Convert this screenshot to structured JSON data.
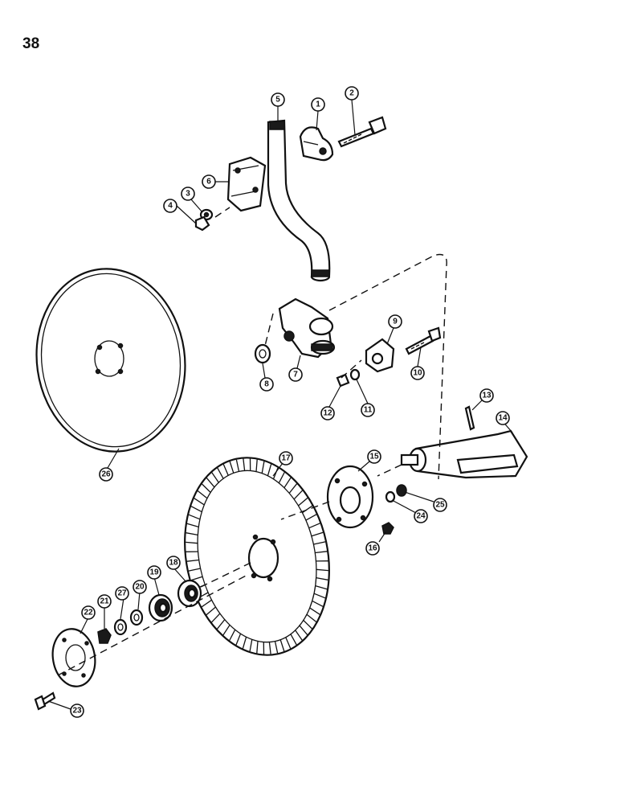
{
  "page": {
    "number": "38"
  },
  "callouts": [
    "1",
    "2",
    "3",
    "4",
    "5",
    "6",
    "7",
    "8",
    "9",
    "10",
    "11",
    "12",
    "13",
    "14",
    "15",
    "16",
    "17",
    "18",
    "19",
    "20",
    "21",
    "22",
    "23",
    "24",
    "25",
    "26",
    "27"
  ]
}
